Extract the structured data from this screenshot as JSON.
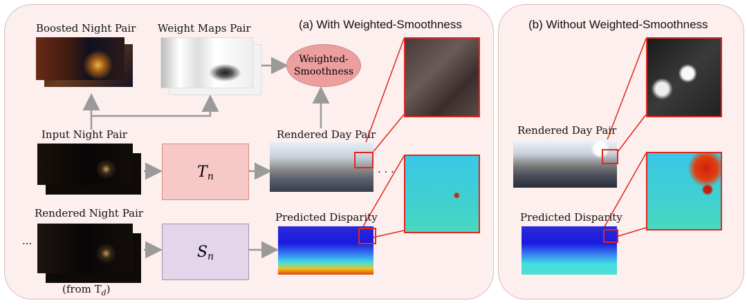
{
  "panel_a": {
    "title": "(a) With Weighted-Smoothness",
    "boosted_night_pair": "Boosted Night Pair",
    "weight_maps_pair": "Weight Maps Pair",
    "weighted_smoothness": [
      "Weighted-",
      "Smoothness"
    ],
    "input_night_pair": "Input Night Pair",
    "rendered_night_pair": "Rendered Night Pair",
    "from_td": "(from T",
    "from_td_sub": "d",
    "from_td_close": ")",
    "rendered_day_pair": "Rendered Day Pair",
    "predicted_disparity": "Predicted Disparity",
    "tn_main": "T",
    "tn_sub": "n",
    "sn_main": "S",
    "sn_sub": "n",
    "ellipsis_left": "...",
    "ellipsis_right": ". . ."
  },
  "panel_b": {
    "title": "(b) Without Weighted-Smoothness",
    "rendered_day_pair": "Rendered Day Pair",
    "predicted_disparity": "Predicted Disparity"
  },
  "colors": {
    "panel_bg": "#fcefed",
    "tn_box": "#f6c9c6",
    "sn_box": "#e4d6ea",
    "ellipse": "#ec9f9f",
    "highlight": "#e0261e",
    "arrow": "#9a9a9a"
  }
}
